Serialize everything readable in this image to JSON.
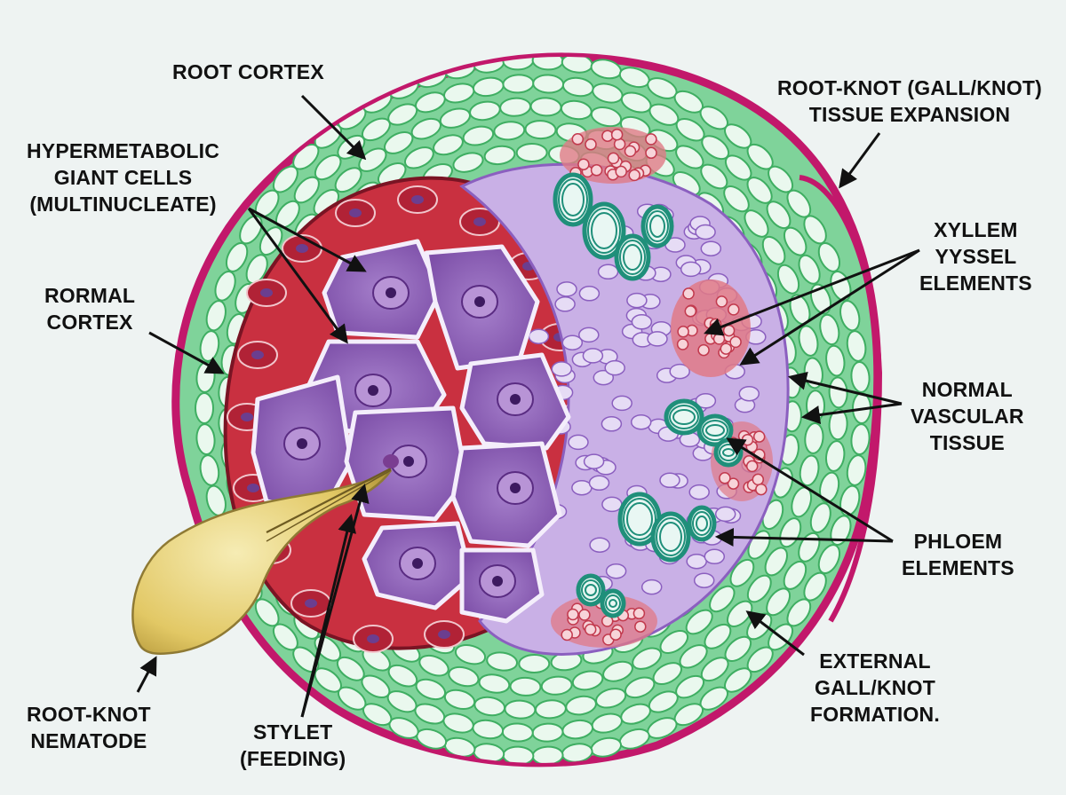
{
  "labels": {
    "root_cortex": "ROOT CORTEX",
    "hypermetabolic_giant_cells": "HYPERMETABOLIC\nGIANT CELLS\n(MULTINUCLEATE)",
    "rormal_cortex": "RORMAL\nCORTEX",
    "root_knot_nematode": "ROOT-KNOT\nNEMATODE",
    "stylet_feeding": "STYLET\n(FEEDING)",
    "root_knot_tissue_expansion": "ROOT-KNOT (GALL/KNOT)\nTISSUE EXPANSION",
    "xyllem_yyssel_elements": "XYLLEM\nYYSSEL\nELEMENTS",
    "normal_vascular_tissue": "NORMAL\nVASCULAR\nTISSUE",
    "phloem_elements": "PHLOEM\nELEMENTS",
    "external_gall_knot_formation": "EXTERNAL\nGALL/KNOT\nFORMATION."
  },
  "colors": {
    "background": "#eef3f2",
    "epidermis": "#c2186b",
    "cortex_green": "#7fd39a",
    "cortex_cell_fill": "#eaf8ee",
    "red_zone": "#c93040",
    "giant_cell": "#9a6cc0",
    "vascular_lilac": "#c9b0e6",
    "xylem_teal": "#1f8f7a",
    "phloem_pink": "#e07a86",
    "nematode_yellow": "#e8d27a",
    "arrow": "#111111"
  }
}
